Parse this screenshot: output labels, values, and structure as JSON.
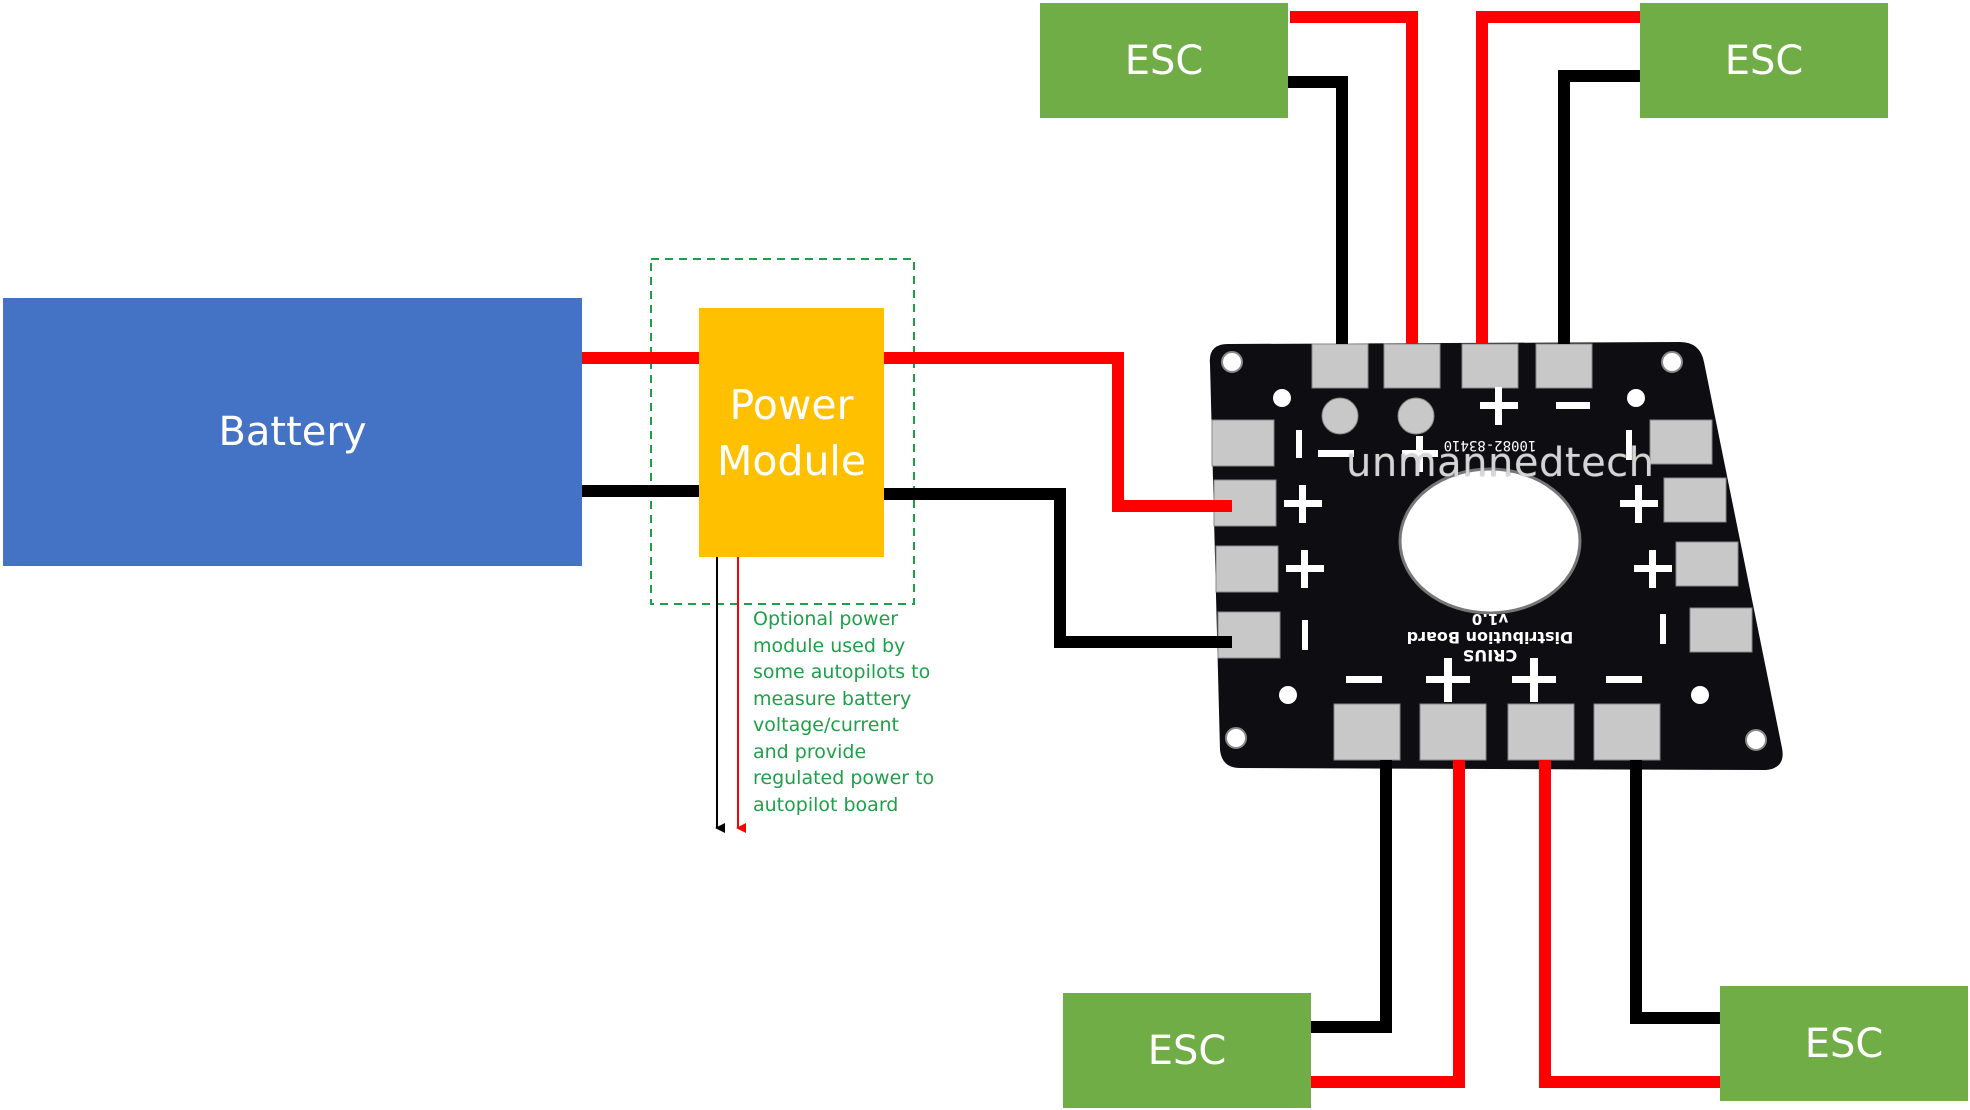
{
  "blocks": {
    "battery": "Battery",
    "power_module_line1": "Power",
    "power_module_line2": "Module"
  },
  "esc_labels": [
    "ESC",
    "ESC",
    "ESC",
    "ESC"
  ],
  "note": "Optional power\nmodule used by\nsome autopilots to\nmeasure battery\nvoltage/current\nand provide\nregulated power to\nautopilot board",
  "board": {
    "watermark": "unmannedtech",
    "silkscreen_part": "10082-83410",
    "silkscreen_brand": "CRIUS",
    "silkscreen_name": "Distribution Board",
    "silkscreen_version": "v1.0"
  },
  "colors": {
    "battery": "#4472c4",
    "power_module": "#ffc000",
    "esc": "#70ad47",
    "positive_wire": "#ff0000",
    "negative_wire": "#000000",
    "note_text": "#1ea04a",
    "dashed_outline": "#1ea04a",
    "board": "#0d0d12",
    "pad": "#c8c8c8"
  }
}
